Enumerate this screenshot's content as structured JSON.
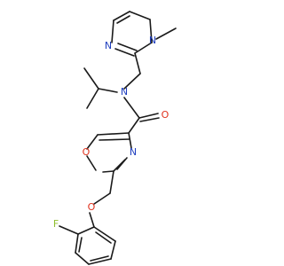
{
  "molecule": {
    "atoms": [
      {
        "id": "N1",
        "text": "N",
        "color": "#1f3fbf"
      },
      {
        "id": "N2",
        "text": "N",
        "color": "#1f3fbf"
      },
      {
        "id": "CH3",
        "text": "",
        "color": "#1a1a1a"
      },
      {
        "id": "Namide",
        "text": "N",
        "color": "#1f3fbf"
      },
      {
        "id": "Ocarbonyl",
        "text": "O",
        "color": "#e0321e"
      },
      {
        "id": "Nox",
        "text": "N",
        "color": "#1f3fbf"
      },
      {
        "id": "Oox",
        "text": "O",
        "color": "#e0321e"
      },
      {
        "id": "Oether",
        "text": "O",
        "color": "#e0321e"
      },
      {
        "id": "F",
        "text": "F",
        "color": "#8fbf2f"
      }
    ],
    "colors": {
      "bond": "#1a1a1a",
      "nitrogen": "#1f3fbf",
      "oxygen": "#e0321e",
      "fluorine": "#8fbf2f"
    }
  }
}
